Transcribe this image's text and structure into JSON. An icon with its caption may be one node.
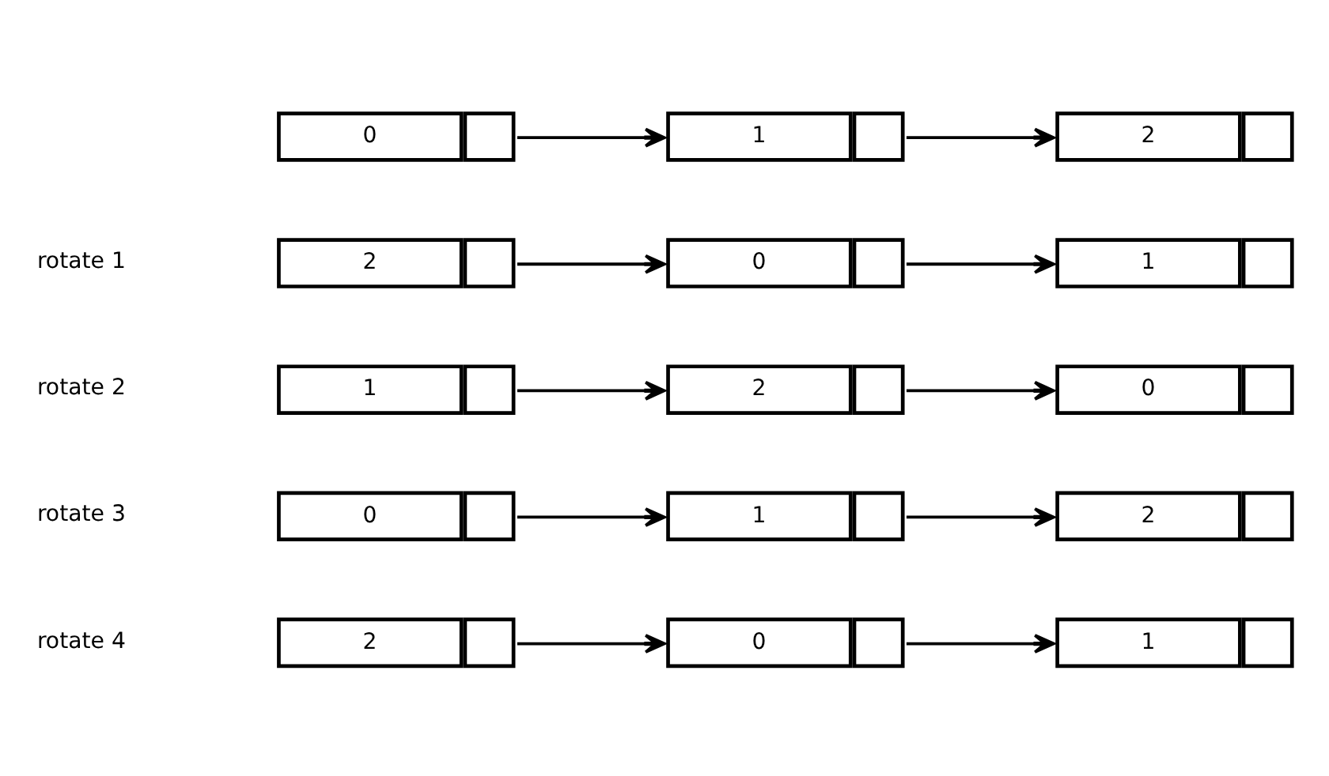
{
  "diagram": {
    "nodes": [
      {
        "text": [
          "0"
        ]
      },
      {
        "text": [
          "1"
        ]
      },
      {
        "text": [
          "2"
        ]
      },
      {
        "text": [
          "2"
        ]
      },
      {
        "text": [
          "0"
        ]
      },
      {
        "text": [
          "1"
        ]
      },
      {
        "text": [
          "1"
        ]
      },
      {
        "text": [
          "2"
        ]
      },
      {
        "text": [
          "0"
        ]
      },
      {
        "text": [
          "0"
        ]
      },
      {
        "text": [
          "1"
        ]
      },
      {
        "text": [
          "2"
        ]
      },
      {
        "text": [
          "2"
        ]
      },
      {
        "text": [
          "0"
        ]
      },
      {
        "text": [
          "1"
        ]
      }
    ],
    "edges": [
      {
        "from": 0,
        "to": 1,
        "arrow": "to"
      },
      {
        "from": 1,
        "to": 2,
        "arrow": "to"
      },
      {
        "from": 3,
        "to": 4,
        "arrow": "to"
      },
      {
        "from": 4,
        "to": 5,
        "arrow": "to"
      },
      {
        "from": 6,
        "to": 7,
        "arrow": "to"
      },
      {
        "from": 7,
        "to": 8,
        "arrow": "to"
      },
      {
        "from": 9,
        "to": 10,
        "arrow": "to"
      },
      {
        "from": 10,
        "to": 11,
        "arrow": "to"
      },
      {
        "from": 12,
        "to": 13,
        "arrow": "to"
      },
      {
        "from": 13,
        "to": 14,
        "arrow": "to"
      }
    ],
    "labels": [
      "rotate 1",
      "rotate 2",
      "rotate 3",
      "rotate 4"
    ]
  }
}
